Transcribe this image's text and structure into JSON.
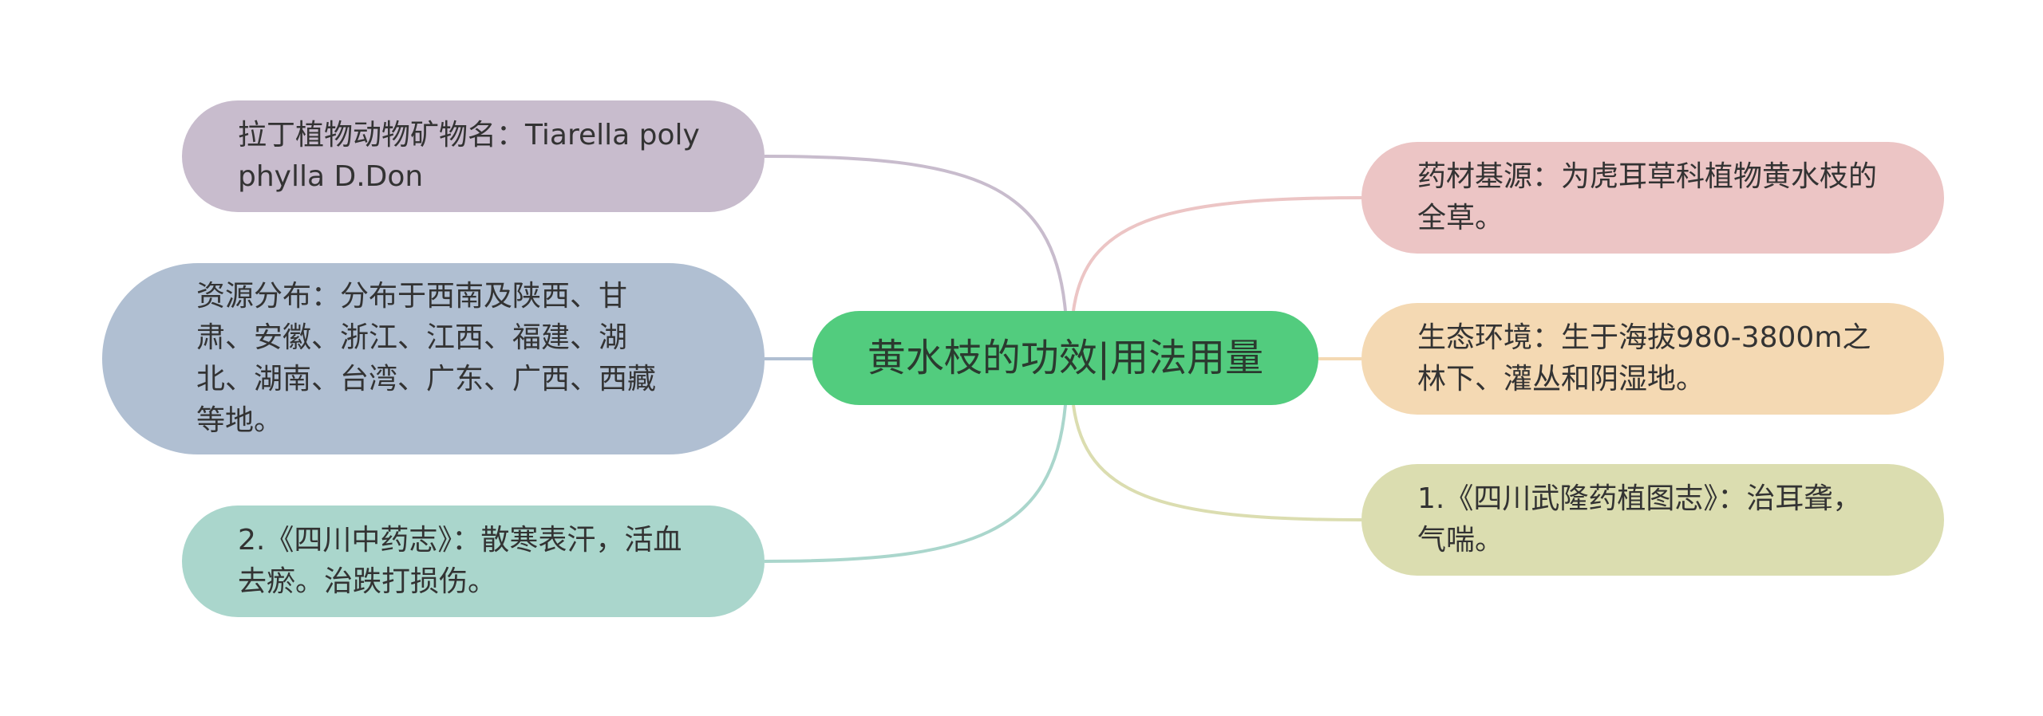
{
  "root": {
    "label": "黄水枝的功效|用法用量",
    "color": "#52cc7e"
  },
  "branches": [
    {
      "id": "latin",
      "side": "left",
      "label": "拉丁植物动物矿物名：Tiarella polyphylla D.Don",
      "fill": "#c8bccd",
      "line": "#c8bccd"
    },
    {
      "id": "dist",
      "side": "left",
      "label": "资源分布：分布于西南及陕西、甘肃、安徽、浙江、江西、福建、湖北、湖南、台湾、广东、广西、西藏等地。",
      "fill": "#b0bfd2",
      "line": "#b0bfd2"
    },
    {
      "id": "sichuan2",
      "side": "left",
      "label": "2.《四川中药志》：散寒表汗，活血去瘀。治跌打损伤。",
      "fill": "#aad6cc",
      "line": "#aad6cc"
    },
    {
      "id": "source",
      "side": "right",
      "label": "药材基源：为虎耳草科植物黄水枝的全草。",
      "fill": "#ecc5c5",
      "line": "#ecc5c5"
    },
    {
      "id": "eco",
      "side": "right",
      "label": "生态环境：生于海拔980-3800m之林下、灌丛和阴湿地。",
      "fill": "#f4d9b3",
      "line": "#f4d9b3"
    },
    {
      "id": "sichuan1",
      "side": "right",
      "label": "1.《四川武隆药植图志》：治耳聋，气喘。",
      "fill": "#dbddb0",
      "line": "#dbddb0"
    }
  ]
}
